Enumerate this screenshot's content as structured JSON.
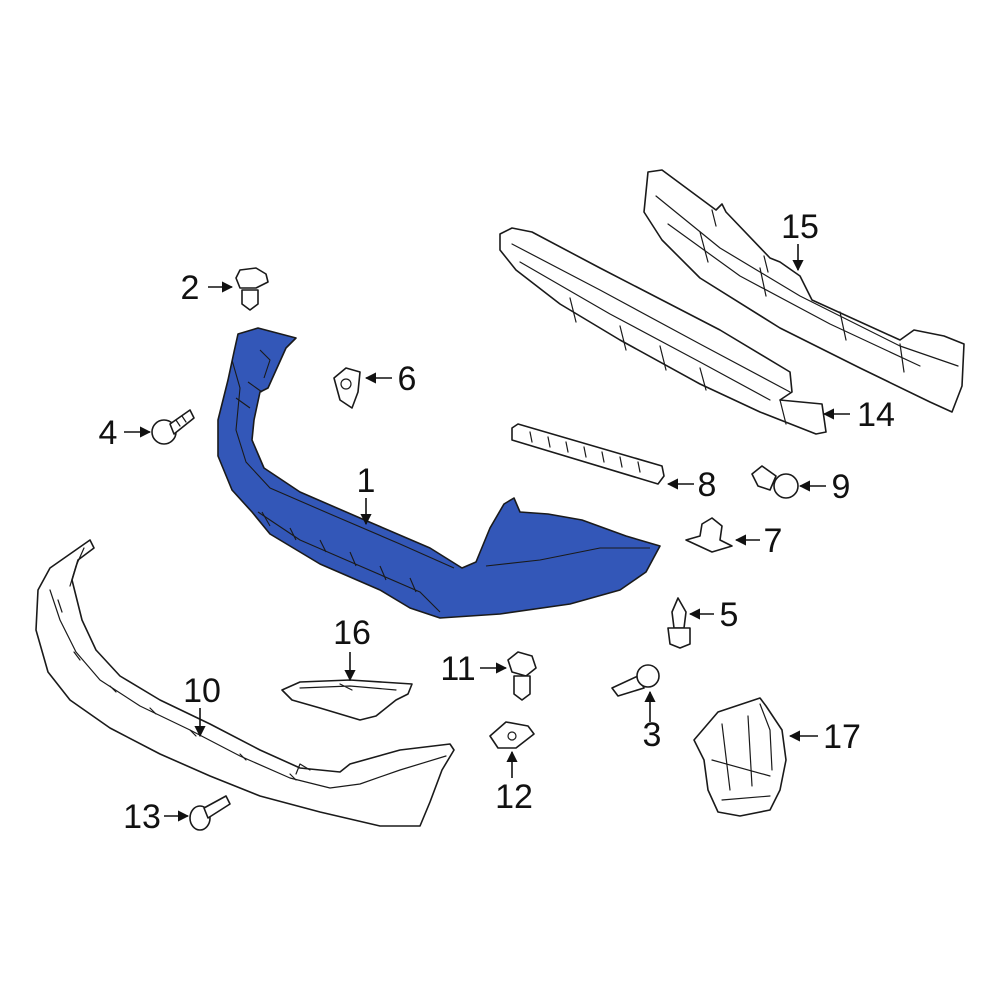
{
  "colors": {
    "highlight": "#3357b8",
    "line": "#1a1a1a",
    "background": "#ffffff"
  },
  "callouts": {
    "c1": "1",
    "c2": "2",
    "c3": "3",
    "c4": "4",
    "c5": "5",
    "c6": "6",
    "c7": "7",
    "c8": "8",
    "c9": "9",
    "c10": "10",
    "c11": "11",
    "c12": "12",
    "c13": "13",
    "c14": "14",
    "c15": "15",
    "c16": "16",
    "c17": "17"
  }
}
